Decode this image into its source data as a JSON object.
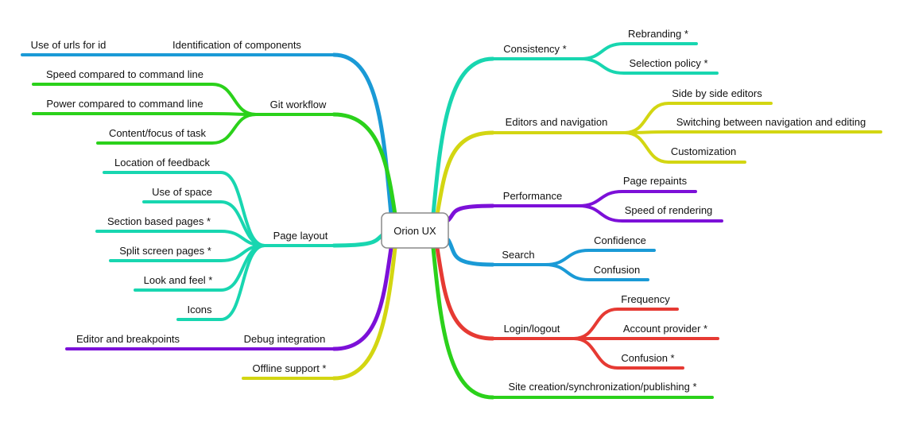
{
  "root": "Orion UX",
  "colors": {
    "blue": "#1a9ad6",
    "green": "#2bd11b",
    "teal": "#18d6b0",
    "purple": "#7c10d8",
    "yellow": "#d3d612",
    "red": "#e63a33"
  },
  "branches": {
    "identification": {
      "label": "Identification of components",
      "color": "blue",
      "children": [
        "Use of urls for id"
      ]
    },
    "git": {
      "label": "Git workflow",
      "color": "green",
      "children": [
        "Speed compared to command line",
        "Power compared to command line",
        "Content/focus of task"
      ]
    },
    "layout": {
      "label": "Page layout",
      "color": "teal",
      "children": [
        "Location of feedback",
        "Use of space",
        "Section based pages *",
        "Split screen pages *",
        "Look and feel *",
        "Icons"
      ]
    },
    "debug": {
      "label": "Debug integration",
      "color": "purple",
      "children": [
        "Editor and breakpoints"
      ]
    },
    "offline": {
      "label": "Offline support *",
      "color": "yellow",
      "children": []
    },
    "consistency": {
      "label": "Consistency *",
      "color": "teal",
      "children": [
        "Rebranding *",
        "Selection policy *"
      ]
    },
    "editors": {
      "label": "Editors and navigation",
      "color": "yellow",
      "children": [
        "Side by side editors",
        "Switching between navigation and editing",
        "Customization"
      ]
    },
    "performance": {
      "label": "Performance",
      "color": "purple",
      "children": [
        "Page repaints",
        "Speed of rendering"
      ]
    },
    "search": {
      "label": "Search",
      "color": "blue",
      "children": [
        "Confidence",
        "Confusion"
      ]
    },
    "login": {
      "label": "Login/logout",
      "color": "red",
      "children": [
        "Frequency",
        "Account provider *",
        "Confusion *"
      ]
    },
    "site": {
      "label": "Site creation/synchronization/publishing *",
      "color": "green",
      "children": []
    }
  }
}
